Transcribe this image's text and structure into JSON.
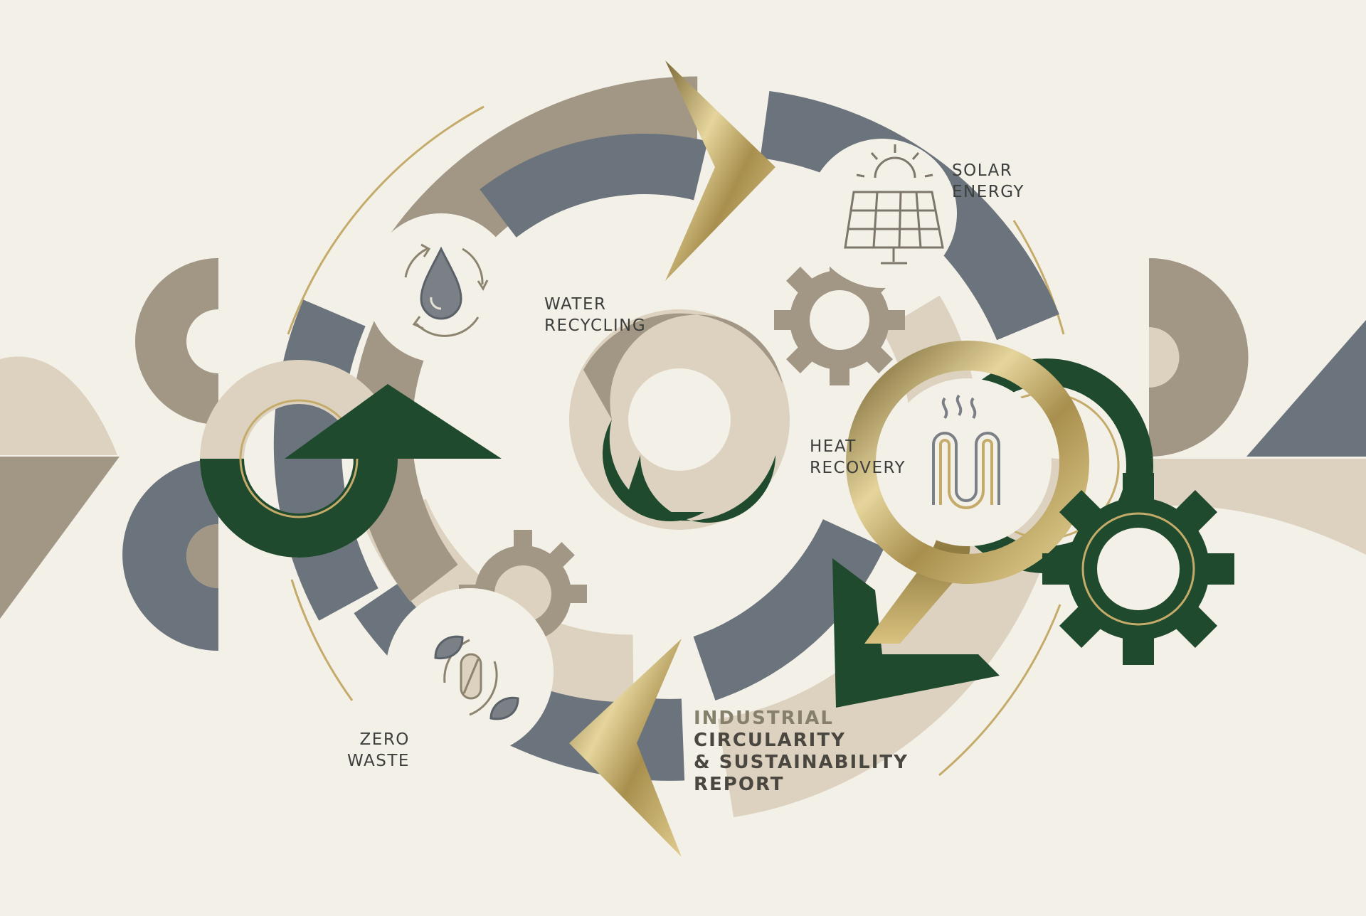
{
  "diagram": {
    "title_lines": [
      "INDUSTRIAL",
      "CIRCULARITY",
      "& SUSTAINABILITY",
      "REPORT"
    ],
    "nodes": [
      {
        "id": "solar",
        "label_lines": [
          "SOLAR",
          "ENERGY"
        ],
        "icon": "solar-panel-icon"
      },
      {
        "id": "water",
        "label_lines": [
          "WATER",
          "RECYCLING"
        ],
        "icon": "water-drop-recycle-icon"
      },
      {
        "id": "heat",
        "label_lines": [
          "HEAT",
          "RECOVERY"
        ],
        "icon": "heat-coil-icon"
      },
      {
        "id": "waste",
        "label_lines": [
          "ZERO",
          "WASTE"
        ],
        "icon": "zero-waste-leaf-icon"
      }
    ]
  },
  "colors": {
    "background": "#f3f0e8",
    "taupe": "#a29685",
    "sand": "#ddd2bf",
    "slate": "#6b737c",
    "forest": "#1f4a2e",
    "gold": "#c2a65f",
    "ink": "#3c3f3c"
  }
}
